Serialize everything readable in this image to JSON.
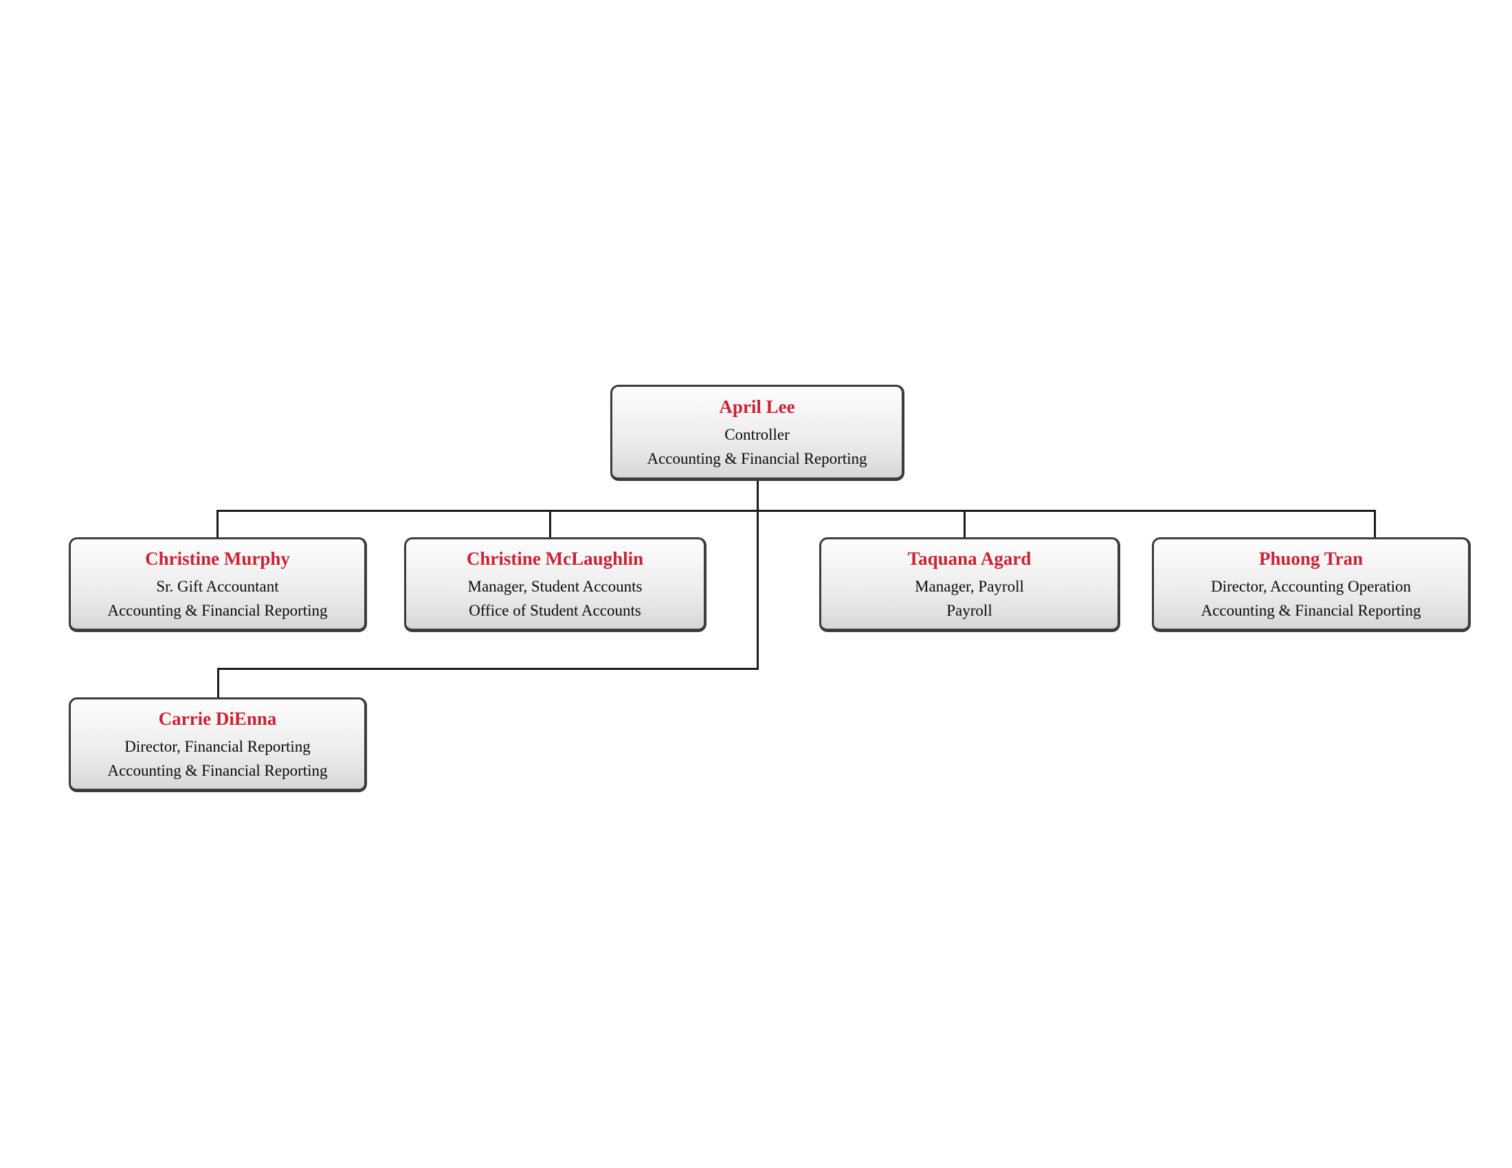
{
  "chart": {
    "type": "org-chart",
    "accent_color": "#cc2233",
    "text_color": "#0a0a0a",
    "background_color": "#ffffff",
    "border_color": "#3b3b40"
  },
  "nodes": {
    "root": {
      "name": "April Lee",
      "title": "Controller",
      "department": "Accounting & Financial Reporting"
    },
    "child1": {
      "name": "Christine Murphy",
      "title": "Sr. Gift Accountant",
      "department": "Accounting & Financial Reporting"
    },
    "child2": {
      "name": "Christine McLaughlin",
      "title": "Manager, Student Accounts",
      "department": "Office of Student Accounts"
    },
    "child3": {
      "name": "Taquana Agard",
      "title": "Manager, Payroll",
      "department": "Payroll"
    },
    "child4": {
      "name": "Phuong Tran",
      "title": "Director, Accounting Operation",
      "department": "Accounting & Financial Reporting"
    },
    "child5": {
      "name": "Carrie DiEnna",
      "title": "Director, Financial Reporting",
      "department": "Accounting & Financial Reporting"
    }
  }
}
